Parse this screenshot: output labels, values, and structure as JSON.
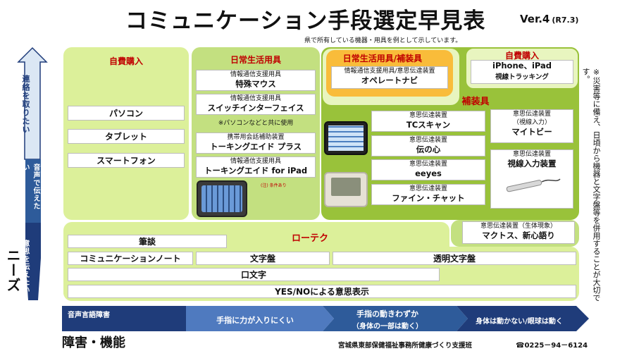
{
  "header": {
    "title": "コミュニケーション手段選定早見表",
    "version": "Ver.4",
    "version_date": "(R7.3)",
    "subnote": "県で所有している機器・用具を例として示しています。"
  },
  "left_axis": {
    "needs_label": "ニーズ",
    "top_label": "連絡を取りたい",
    "middle_label": "音声で伝えたい",
    "bottom_label": "意思を伝えたい"
  },
  "self_purchase_left": {
    "title": "自費購入",
    "items": [
      "パソコン",
      "タブレット",
      "スマートフォン"
    ]
  },
  "daily_aids": {
    "title": "日常生活用具",
    "items": [
      {
        "category": "情報通信支援用具",
        "name": "特殊マウス"
      },
      {
        "category": "情報通信支援用具",
        "name": "スイッチインターフェイス"
      },
      {
        "category": "携帯用会話補助装置",
        "name": "トーキングエイド プラス"
      },
      {
        "category": "情報通信支援用具",
        "name": "トーキングエイド for iPad"
      }
    ],
    "note": "※パソコンなどと共に使用",
    "device_note": "(注) 条件あり"
  },
  "daily_or_prosthetic": {
    "title": "日常生活用具/補装具",
    "category": "情報通信支援用具/意思伝達装置",
    "name": "オペレートナビ"
  },
  "self_purchase_right": {
    "title": "自費購入",
    "devices": "iPhone、iPad",
    "feature": "視線トラッキング"
  },
  "prosthetic": {
    "title": "補装具",
    "items": [
      {
        "category": "意思伝達装置",
        "name": "TCスキャン"
      },
      {
        "category": "意思伝達装置",
        "name": "伝の心"
      },
      {
        "category": "意思伝達装置",
        "name": "eeyes"
      },
      {
        "category": "意思伝達装置",
        "name": "ファイン・チャット"
      }
    ],
    "right_items": [
      {
        "category": "意思伝達装置",
        "sub": "（視線入力）",
        "name": "マイトビー"
      },
      {
        "category": "意思伝達装置",
        "name": "視線入力装置"
      }
    ],
    "bio": {
      "category": "意思伝達装置（生体現象）",
      "name": "マクトス、新心語り"
    }
  },
  "lowtech": {
    "title": "ローテク",
    "items": {
      "written": "筆談",
      "notebook": "コミュニケーションノート",
      "letter_board": "文字盤",
      "transparent_board": "透明文字盤",
      "mouth": "口文字",
      "yes_no": "YES/NOによる意思表示"
    }
  },
  "side_note": "※災害等に備え、日頃から機器と文字盤等を併用することが大切です。",
  "disability_axis": {
    "label": "障害・機能",
    "stages": [
      "音声言語障害",
      "手指に力が入りにくい",
      "手指の動きわずか",
      "（身体の一部は動く）",
      "身体は動かない/眼球は動く"
    ]
  },
  "footer": {
    "office": "宮城県東部保健福祉事務所健康づくり支援班",
    "phone": "☎0225－94－6124"
  },
  "colors": {
    "lime": "#dcf09a",
    "green": "#99c23a",
    "orange": "#f9bc3a",
    "navy": "#1f3c7a",
    "red_title": "#c00000"
  }
}
